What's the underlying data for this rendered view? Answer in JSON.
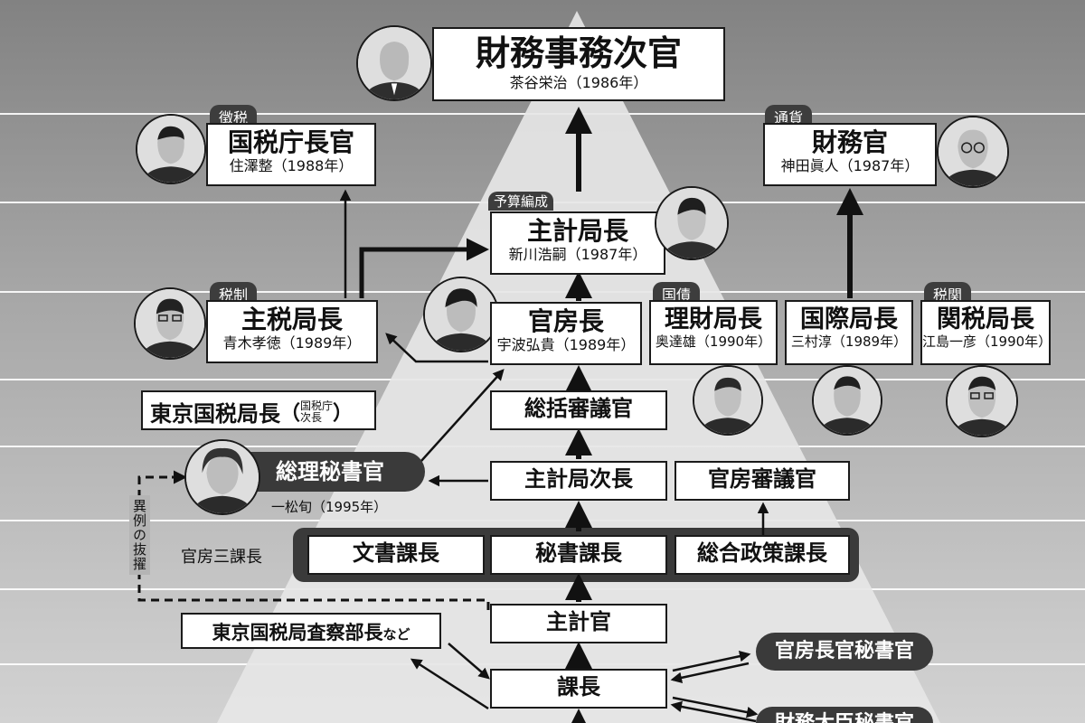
{
  "top": {
    "title": "財務事務次官",
    "name": "茶谷栄治（1986年）"
  },
  "kokuzei": {
    "tag": "徴税",
    "title": "国税庁長官",
    "name": "住澤整（1988年）"
  },
  "zaimukan": {
    "tag": "通貨",
    "title": "財務官",
    "name": "神田眞人（1987年）"
  },
  "shukei": {
    "tag": "予算編成",
    "title": "主計局長",
    "name": "新川浩嗣（1987年）"
  },
  "shuzei": {
    "tag": "税制",
    "title": "主税局長",
    "name": "青木孝徳（1989年）"
  },
  "kanbo": {
    "title": "官房長",
    "name": "宇波弘貴（1989年）"
  },
  "rizai": {
    "tag": "国債",
    "title": "理財局長",
    "name": "奥達雄（1990年）"
  },
  "kokusai": {
    "title": "国際局長",
    "name": "三村淳（1989年）"
  },
  "kanzei": {
    "tag": "税関",
    "title": "関税局長",
    "name": "江島一彦（1990年）"
  },
  "tokyo": {
    "title": "東京国税局長",
    "paren_open": "（",
    "note_line1": "国税庁",
    "note_line2": "次長",
    "paren_close": "）"
  },
  "soukatsu": {
    "title": "総括審議官"
  },
  "sorihisho": {
    "title": "総理秘書官",
    "name": "一松旬（1995年）"
  },
  "ijirei": {
    "label": "異例の抜擢"
  },
  "shukei_jicho": {
    "title": "主計局次長"
  },
  "kanbo_shingikan": {
    "title": "官房審議官"
  },
  "kanbo_sankacho": {
    "label": "官房三課長"
  },
  "bunsho": {
    "title": "文書課長"
  },
  "hisho": {
    "title": "秘書課長"
  },
  "sogo": {
    "title": "総合政策課長"
  },
  "shukeikan": {
    "title": "主計官"
  },
  "satsu": {
    "title": "東京国税局査察部長",
    "suffix": "など"
  },
  "kacho": {
    "title": "課長"
  },
  "kanbochokan_hisho": {
    "title": "官房長官秘書官"
  },
  "daijin_hisho": {
    "title": "財務大臣秘書官"
  },
  "colors": {
    "pyramid": "#e6e6e6",
    "dark": "#3a3a3a",
    "line": "#111111"
  }
}
